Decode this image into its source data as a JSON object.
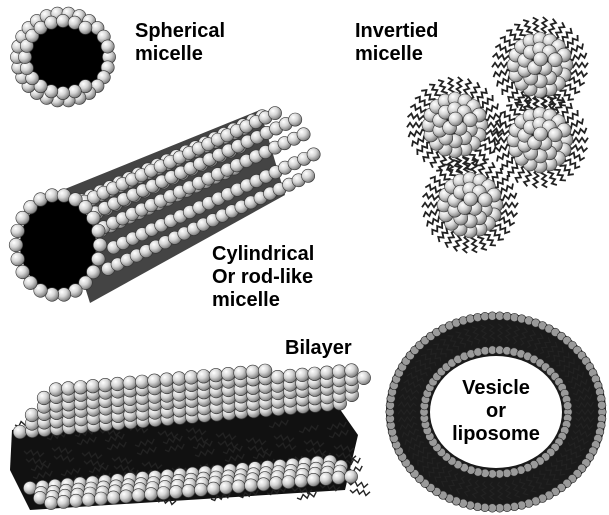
{
  "labels": {
    "spherical": [
      "Spherical",
      "micelle"
    ],
    "inverted": [
      "Invertied",
      "micelle"
    ],
    "cylindrical": [
      "Cylindrical",
      "Or rod-like",
      "micelle"
    ],
    "bilayer": "Bilayer",
    "vesicle": [
      "Vesicle",
      "or",
      "liposome"
    ]
  },
  "colors": {
    "head": "#d9d9d9",
    "core": "#000000",
    "tail": "#222222",
    "background": "#ffffff"
  }
}
